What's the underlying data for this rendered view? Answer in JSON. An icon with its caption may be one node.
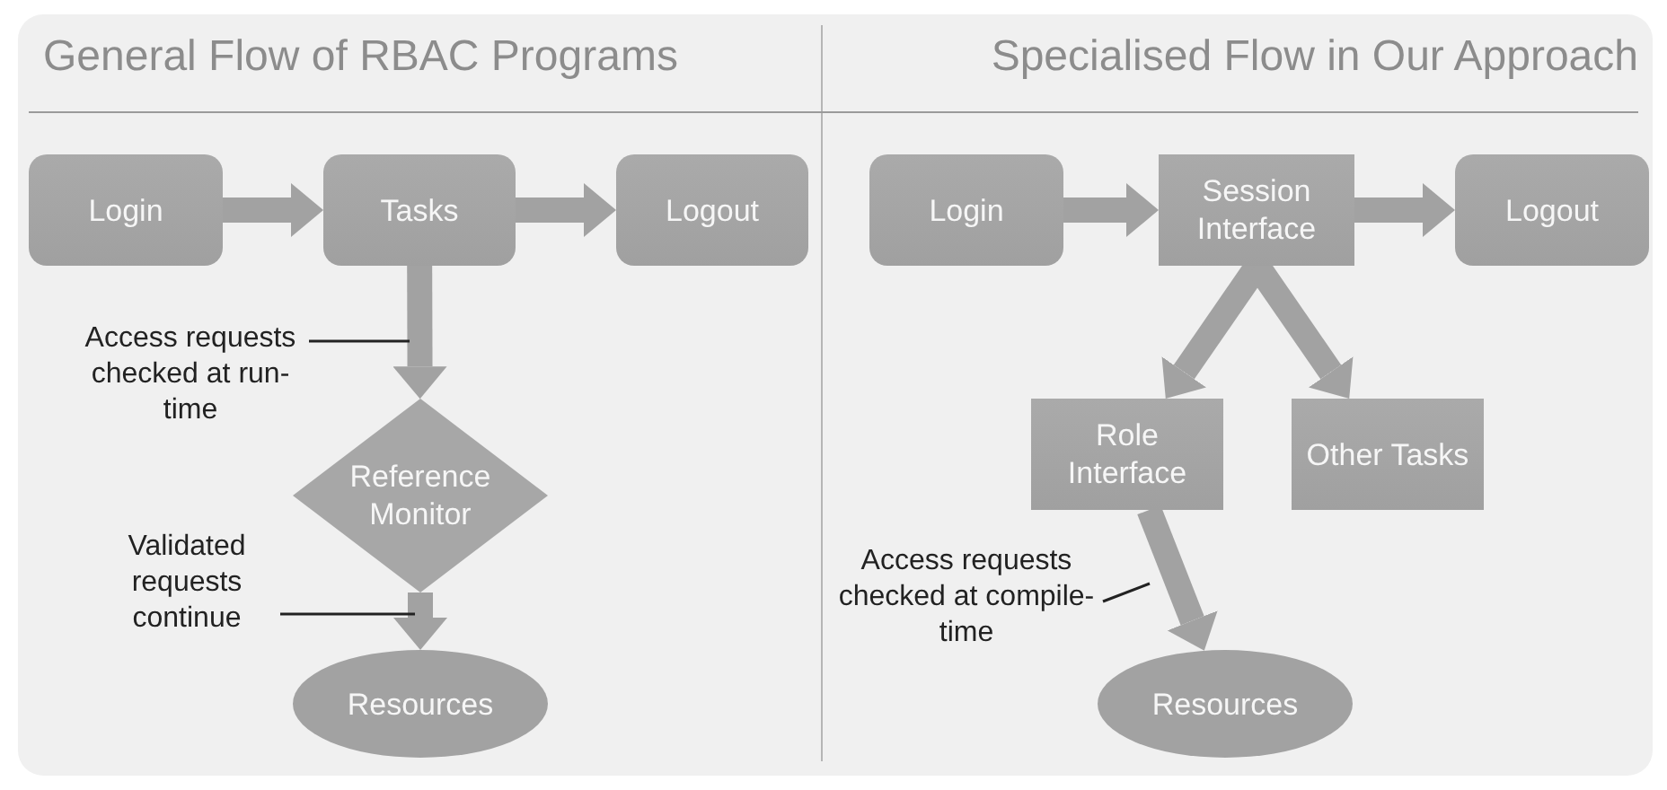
{
  "diagram": {
    "nodes": [
      {
        "text": [
          "Login"
        ]
      },
      {
        "text": [
          "Tasks"
        ]
      },
      {
        "text": [
          "Logout"
        ]
      },
      {
        "text": [
          "Reference Monitor"
        ]
      },
      {
        "text": [
          "Resources"
        ]
      },
      {
        "text": [
          "Access requests checked at run-time"
        ]
      },
      {
        "text": [
          "Validated requests continue"
        ]
      },
      {
        "text": [
          "Login"
        ]
      },
      {
        "text": [
          "Session Interface"
        ]
      },
      {
        "text": [
          "Logout"
        ]
      },
      {
        "text": [
          "Role Interface"
        ]
      },
      {
        "text": [
          "Other Tasks"
        ]
      },
      {
        "text": [
          "Resources"
        ]
      },
      {
        "text": [
          "Access requests checked at compile-time"
        ]
      }
    ],
    "edges": [
      {
        "from": 0,
        "to": 1,
        "arrow": "to"
      },
      {
        "from": 1,
        "to": 2,
        "arrow": "to"
      },
      {
        "from": 1,
        "to": 3,
        "arrow": "to"
      },
      {
        "from": 3,
        "to": 4,
        "arrow": "to"
      },
      {
        "from": 7,
        "to": 8,
        "arrow": "to"
      },
      {
        "from": 8,
        "to": 9,
        "arrow": "to"
      },
      {
        "from": 8,
        "to": 10,
        "arrow": "to"
      },
      {
        "from": 8,
        "to": 11,
        "arrow": "to"
      },
      {
        "from": 10,
        "to": 12,
        "arrow": "to"
      },
      {
        "from": 5,
        "to": null,
        "arrow": "none",
        "color": "#222222"
      },
      {
        "from": 6,
        "to": null,
        "arrow": "none",
        "color": "#222222"
      },
      {
        "from": 13,
        "to": null,
        "arrow": "none",
        "color": "#222222"
      }
    ],
    "labels": [
      "General Flow of RBAC Programs",
      "Specialised Flow in Our Approach"
    ]
  }
}
